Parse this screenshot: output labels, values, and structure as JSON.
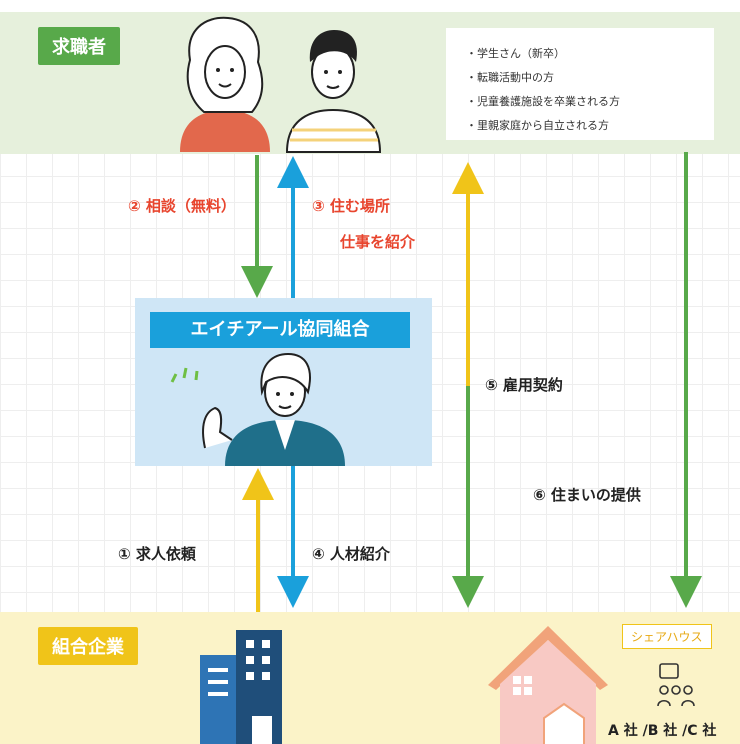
{
  "top": {
    "tag": "求職者",
    "list": [
      "・学生さん（新卒）",
      "・転職活動中の方",
      "・児童養護施設を卒業される方",
      "・里親家庭から自立される方"
    ]
  },
  "center": {
    "title": "エイチアール協同組合"
  },
  "flows": {
    "step1": "① 求人依頼",
    "step2": "② 相談（無料）",
    "step3_line1": "③ 住む場所",
    "step3_line2": "仕事を紹介",
    "step4": "④ 人材紹介",
    "step5": "⑤ 雇用契約",
    "step6": "⑥ 住まいの提供"
  },
  "bottom": {
    "tag": "組合企業",
    "share_house": "シェアハウス",
    "companies": "A 社 /B 社 /C 社"
  },
  "colors": {
    "green": "#58a94a",
    "blue": "#1aa0db",
    "yellow": "#f0c419",
    "red": "#e8452e"
  },
  "icons": [
    "woman-icon",
    "man-icon",
    "staff-woman-icon",
    "office-building-icon",
    "house-icon",
    "people-group-icon"
  ]
}
